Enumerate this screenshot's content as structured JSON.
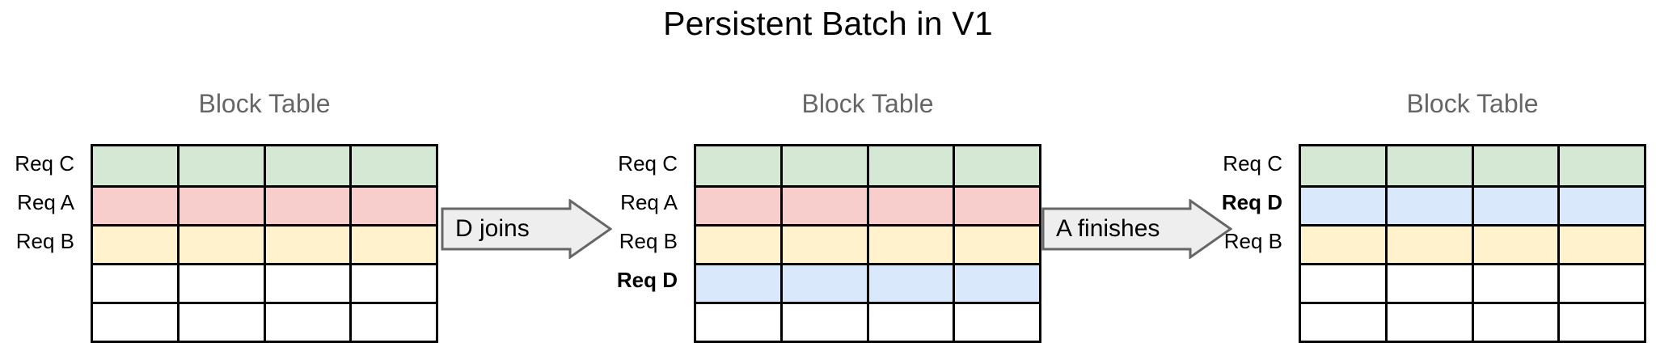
{
  "title": "Persistent Batch in V1",
  "colors": {
    "green": "#d5e8d4",
    "pink": "#f8cecc",
    "yellow": "#fff2cc",
    "blue": "#dae8fc",
    "empty": "#ffffff",
    "grid_line": "#000000",
    "arrow_fill": "#eeeeee",
    "arrow_stroke": "#666666",
    "table_title": "#666666"
  },
  "stages": [
    {
      "table_title": "Block Table",
      "columns": 4,
      "rows": [
        {
          "label": "Req C",
          "bold": false,
          "color": "#d5e8d4"
        },
        {
          "label": "Req A",
          "bold": false,
          "color": "#f8cecc"
        },
        {
          "label": "Req B",
          "bold": false,
          "color": "#fff2cc"
        },
        {
          "label": "",
          "bold": false,
          "color": "#ffffff"
        },
        {
          "label": "",
          "bold": false,
          "color": "#ffffff"
        }
      ]
    },
    {
      "table_title": "Block Table",
      "columns": 4,
      "rows": [
        {
          "label": "Req C",
          "bold": false,
          "color": "#d5e8d4"
        },
        {
          "label": "Req A",
          "bold": false,
          "color": "#f8cecc"
        },
        {
          "label": "Req B",
          "bold": false,
          "color": "#fff2cc"
        },
        {
          "label": "Req D",
          "bold": true,
          "color": "#dae8fc"
        },
        {
          "label": "",
          "bold": false,
          "color": "#ffffff"
        }
      ]
    },
    {
      "table_title": "Block Table",
      "columns": 4,
      "rows": [
        {
          "label": "Req C",
          "bold": false,
          "color": "#d5e8d4"
        },
        {
          "label": "Req D",
          "bold": true,
          "color": "#dae8fc"
        },
        {
          "label": "Req B",
          "bold": false,
          "color": "#fff2cc"
        },
        {
          "label": "",
          "bold": false,
          "color": "#ffffff"
        },
        {
          "label": "",
          "bold": false,
          "color": "#ffffff"
        }
      ]
    }
  ],
  "arrows": [
    {
      "label": "D joins"
    },
    {
      "label": "A finishes"
    }
  ]
}
